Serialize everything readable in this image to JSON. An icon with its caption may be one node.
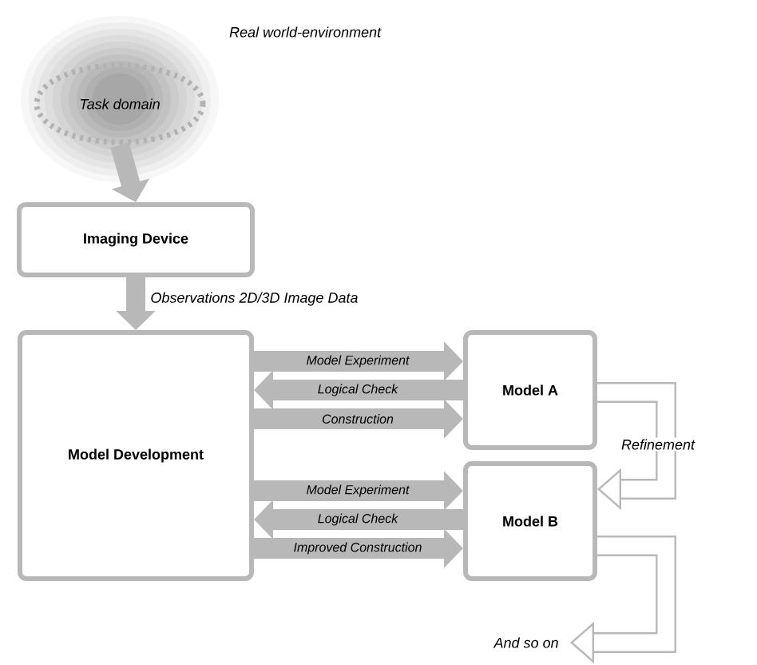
{
  "diagram": {
    "nodes": [
      {
        "text": [
          "Task domain"
        ]
      },
      {
        "text": [
          "Imaging Device"
        ]
      },
      {
        "text": [
          "Model Development"
        ]
      },
      {
        "text": [
          "Model A"
        ]
      },
      {
        "text": [
          "Model B"
        ]
      }
    ],
    "edges": [
      {
        "from": 0,
        "to": 1,
        "arrow": "to"
      },
      {
        "from": 1,
        "to": 2,
        "arrow": "to",
        "label": "Observations 2D/3D Image Data"
      },
      {
        "from": 2,
        "to": 3,
        "arrow": "to",
        "label": "Model Experiment"
      },
      {
        "from": 3,
        "to": 2,
        "arrow": "to",
        "label": "Logical Check"
      },
      {
        "from": 2,
        "to": 3,
        "arrow": "to",
        "label": "Construction"
      },
      {
        "from": 2,
        "to": 4,
        "arrow": "to",
        "label": "Model Experiment"
      },
      {
        "from": 4,
        "to": 2,
        "arrow": "to",
        "label": "Logical Check"
      },
      {
        "from": 2,
        "to": 4,
        "arrow": "to",
        "label": "Improved Construction"
      },
      {
        "from": 3,
        "to": 4,
        "arrow": "to",
        "label": "Refinement"
      },
      {
        "from": 4,
        "to": null,
        "arrow": "to",
        "label": "And so on"
      }
    ],
    "labels": [
      "Real world-environment"
    ]
  }
}
